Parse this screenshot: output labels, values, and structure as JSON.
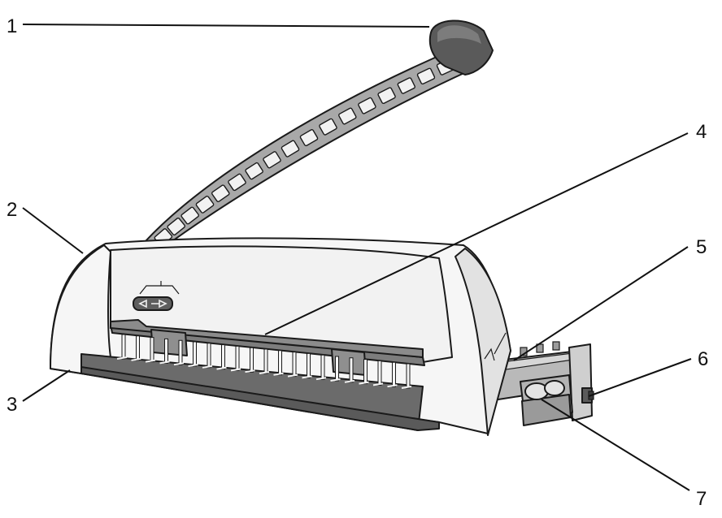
{
  "diagram": {
    "callouts": [
      {
        "id": "1",
        "label": "1"
      },
      {
        "id": "2",
        "label": "2"
      },
      {
        "id": "3",
        "label": "3"
      },
      {
        "id": "4",
        "label": "4"
      },
      {
        "id": "5",
        "label": "5"
      },
      {
        "id": "6",
        "label": "6"
      },
      {
        "id": "7",
        "label": "7"
      }
    ],
    "colors": {
      "body_white": "#f6f6f6",
      "side_light": "#e2e2e2",
      "dark_base": "#6b6b6b",
      "handle_grey": "#a8a8a8",
      "handle_cap": "#5a5a5a",
      "outline": "#1a1a1a"
    }
  }
}
